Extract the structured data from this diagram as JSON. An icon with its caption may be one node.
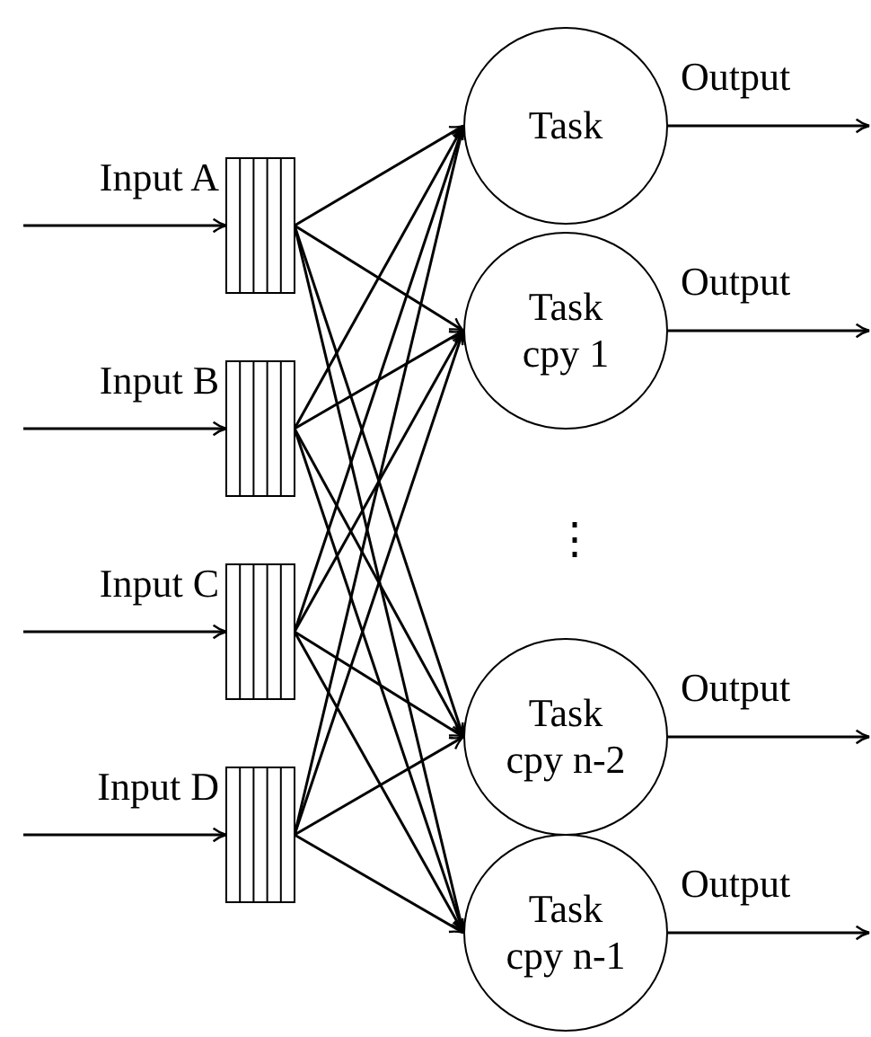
{
  "diagram": {
    "nodes": [
      {
        "text": [],
        "shape": "box"
      },
      {
        "text": [],
        "shape": "box"
      },
      {
        "text": [],
        "shape": "box"
      },
      {
        "text": [],
        "shape": "box"
      },
      {
        "text": [
          "Task"
        ]
      },
      {
        "text": [
          "Task cpy 1"
        ]
      },
      {
        "text": [
          "Task cpy n-2"
        ]
      },
      {
        "text": [
          "Task cpy n-1"
        ]
      }
    ],
    "edges": [
      {
        "from": null,
        "to": 0,
        "arrow": "to",
        "label": "Input A"
      },
      {
        "from": null,
        "to": 1,
        "arrow": "to",
        "label": "Input B"
      },
      {
        "from": null,
        "to": 2,
        "arrow": "to",
        "label": "Input C"
      },
      {
        "from": null,
        "to": 3,
        "arrow": "to",
        "label": "Input D"
      },
      {
        "from": 0,
        "to": 4,
        "arrow": "to"
      },
      {
        "from": 0,
        "to": 5,
        "arrow": "to"
      },
      {
        "from": 0,
        "to": 6,
        "arrow": "to"
      },
      {
        "from": 0,
        "to": 7,
        "arrow": "to"
      },
      {
        "from": 1,
        "to": 4,
        "arrow": "to"
      },
      {
        "from": 1,
        "to": 5,
        "arrow": "to"
      },
      {
        "from": 1,
        "to": 6,
        "arrow": "to"
      },
      {
        "from": 1,
        "to": 7,
        "arrow": "to"
      },
      {
        "from": 2,
        "to": 4,
        "arrow": "to"
      },
      {
        "from": 2,
        "to": 5,
        "arrow": "to"
      },
      {
        "from": 2,
        "to": 6,
        "arrow": "to"
      },
      {
        "from": 2,
        "to": 7,
        "arrow": "to"
      },
      {
        "from": 3,
        "to": 4,
        "arrow": "to"
      },
      {
        "from": 3,
        "to": 5,
        "arrow": "to"
      },
      {
        "from": 3,
        "to": 6,
        "arrow": "to"
      },
      {
        "from": 3,
        "to": 7,
        "arrow": "to"
      },
      {
        "from": 4,
        "to": null,
        "arrow": "to",
        "label": "Output"
      },
      {
        "from": 5,
        "to": null,
        "arrow": "to",
        "label": "Output"
      },
      {
        "from": 6,
        "to": null,
        "arrow": "to",
        "label": "Output"
      },
      {
        "from": 7,
        "to": null,
        "arrow": "to",
        "label": "Output"
      }
    ],
    "labels": [
      "⋮"
    ]
  }
}
